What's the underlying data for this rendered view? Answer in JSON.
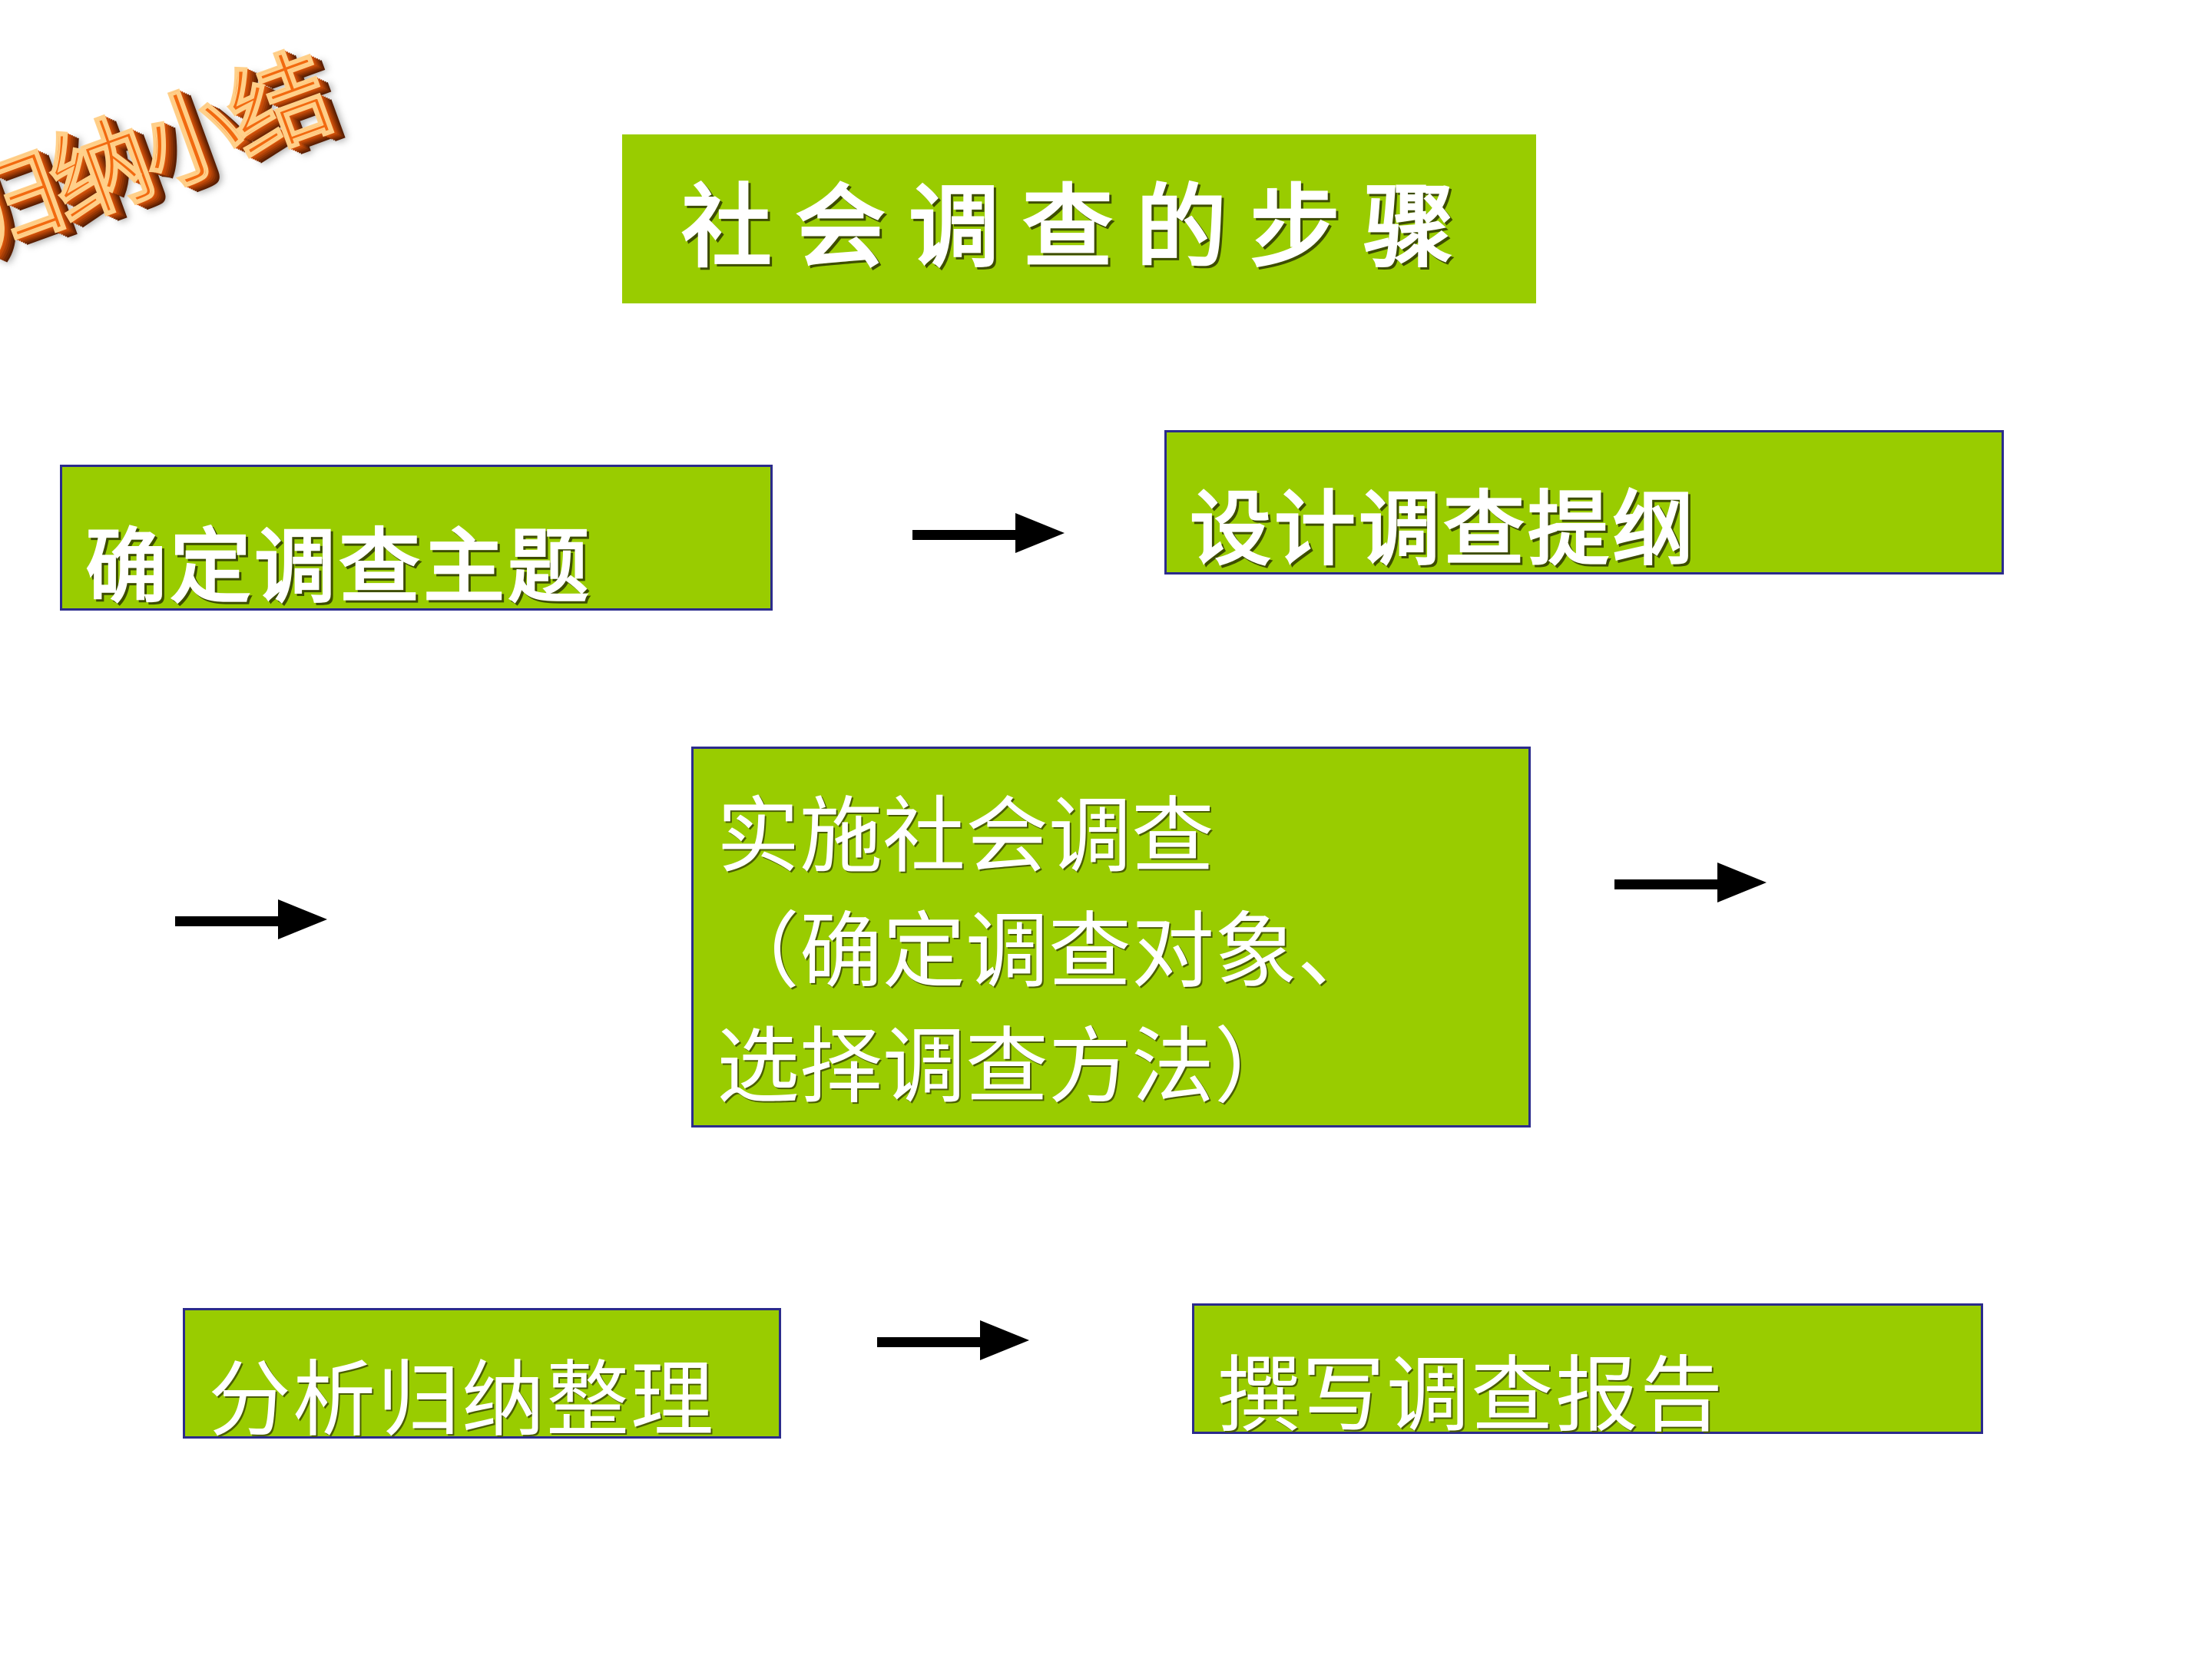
{
  "badge": {
    "text": "归纳小结"
  },
  "title": {
    "text": "社会调查的步骤"
  },
  "steps": {
    "s1": "确定调查主题",
    "s2": "设计调查提纲",
    "s3": {
      "line1": "实施社会调查",
      "line2": "（确定调查对象、",
      "line3": "选择调查方法）"
    },
    "s4": "分析归纳整理",
    "s5": "撰写调查报告"
  },
  "colors": {
    "box": "#99cc00",
    "border": "#2b2b8c",
    "text": "#ffffff",
    "badge": "#f26a10",
    "arrow": "#000000"
  }
}
